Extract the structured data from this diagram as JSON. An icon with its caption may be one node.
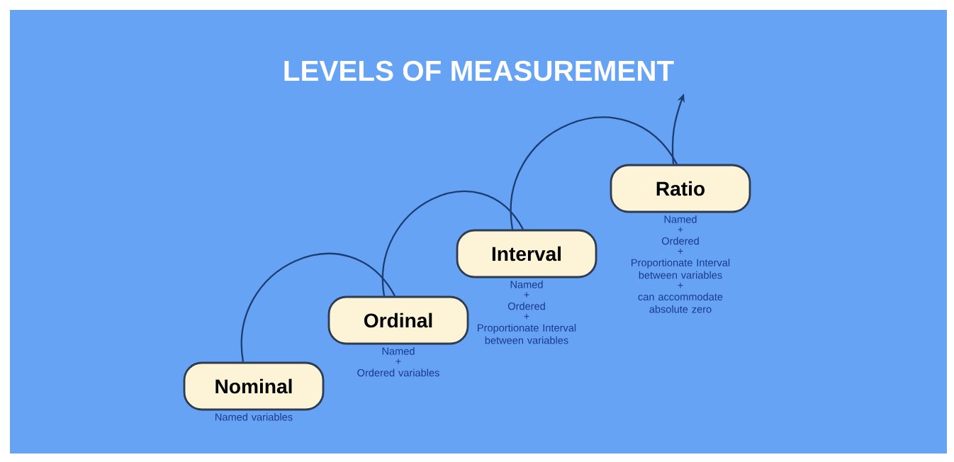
{
  "diagram": {
    "title": "LEVELS OF MEASUREMENT",
    "nodes": [
      {
        "text": [
          "Nominal"
        ],
        "beside": [
          "Named variables"
        ]
      },
      {
        "text": [
          "Ordinal"
        ],
        "beside": [
          "Named",
          "+",
          "Ordered variables"
        ]
      },
      {
        "text": [
          "Interval"
        ],
        "beside": [
          "Named",
          "+",
          "Ordered",
          "+",
          "Proportionate Interval between variables"
        ]
      },
      {
        "text": [
          "Ratio"
        ],
        "beside": [
          "Named",
          "+",
          "Ordered",
          "+",
          "Proportionate Interval between variables",
          "+",
          "can accommodate absolute zero"
        ]
      }
    ],
    "edges": [
      {
        "from": 0,
        "to": 1,
        "arrow": "none"
      },
      {
        "from": 1,
        "to": 2,
        "arrow": "none"
      },
      {
        "from": 2,
        "to": 3,
        "arrow": "none"
      },
      {
        "from": 3,
        "to": null,
        "arrow": "to"
      }
    ]
  }
}
